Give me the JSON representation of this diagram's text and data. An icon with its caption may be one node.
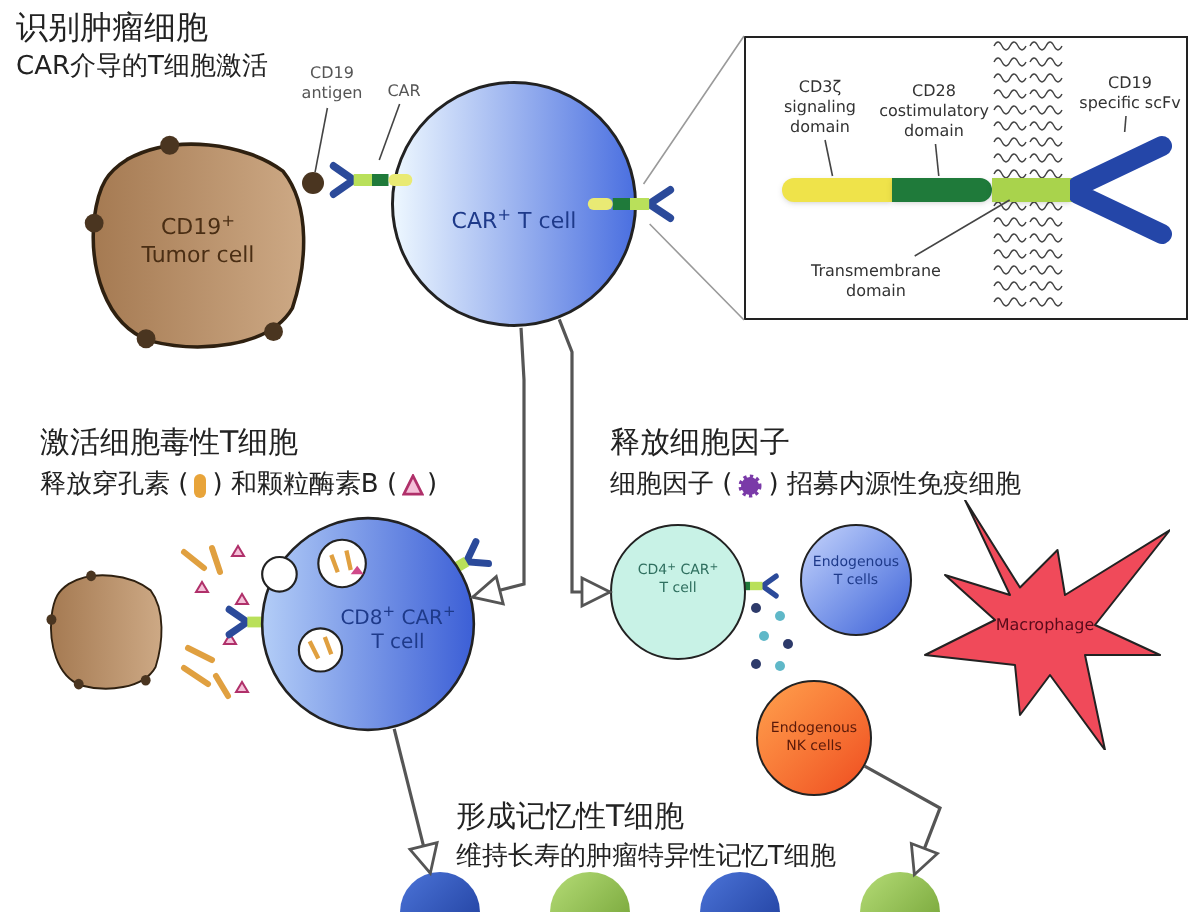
{
  "diagram": {
    "nodes": [
      {
        "text": [
          "CD19$^{+}$ Tumor cell"
        ]
      },
      {
        "text": [
          "CAR$^{+}$ T cell"
        ]
      },
      {
        "text": [],
        "shape": "circle"
      },
      {
        "text": [],
        "shape": "picture"
      },
      {
        "text": [],
        "shape": "picture"
      },
      {
        "text": [
          "CD19 antigen"
        ]
      },
      {
        "text": [
          "CAR"
        ]
      },
      {
        "text": [],
        "shape": "box"
      },
      {
        "text": [
          "CD3ζ signaling domain"
        ],
        "in": 7
      },
      {
        "text": [
          "CD28 costimulatory domain"
        ],
        "in": 7
      },
      {
        "text": [
          "CD19 specific scFv"
        ],
        "in": 7
      },
      {
        "text": [],
        "shape": "bar",
        "in": 7
      },
      {
        "text": [],
        "shape": "bar",
        "in": 7
      },
      {
        "text": [],
        "shape": "bar",
        "in": 7
      },
      {
        "text": [],
        "shape": "picture",
        "in": 7
      },
      {
        "text": [
          "Transmembrane domain"
        ],
        "in": 7
      },
      {
        "text": [],
        "shape": "picture"
      },
      {
        "text": [
          "CD8$^{+}$ CAR$^{+}$ T cell"
        ]
      },
      {
        "text": [
          "CD4$^{+}$ CAR$^{+}$ T cell"
        ]
      },
      {
        "text": [
          "Endogenous T cells"
        ]
      },
      {
        "text": [
          "Endogenous NK cells"
        ]
      },
      {
        "text": [
          "Macrophage"
        ]
      },
      {
        "text": [],
        "shape": "circle"
      },
      {
        "text": [],
        "shape": "circle"
      },
      {
        "text": [],
        "shape": "circle"
      },
      {
        "text": [],
        "shape": "circle"
      }
    ],
    "edges": [
      {
        "from": 5,
        "to": 2,
        "arrow": "none"
      },
      {
        "from": 6,
        "to": 3,
        "arrow": "none"
      },
      {
        "from": 4,
        "to": 7,
        "arrow": "none"
      },
      {
        "from": 8,
        "to": 11,
        "arrow": "none"
      },
      {
        "from": 9,
        "to": 12,
        "arrow": "none"
      },
      {
        "from": 10,
        "to": 14,
        "arrow": "none"
      },
      {
        "from": 15,
        "to": 13,
        "arrow": "none"
      },
      {
        "from": 1,
        "to": 17,
        "arrow": "to"
      },
      {
        "from": 1,
        "to": 18,
        "arrow": "to"
      },
      {
        "from": 17,
        "to": 22,
        "arrow": "to"
      },
      {
        "from": 20,
        "to": 25,
        "arrow": "to"
      }
    ],
    "labels": [
      "识别肿瘤细胞",
      "CAR介导的T细胞激活",
      "激活细胞毒性T细胞",
      "释放穿孔素 (",
      ") 和颗粒酶素B (",
      ")",
      "释放细胞因子",
      "细胞因子 (",
      ") 招募内源性免疫细胞",
      "形成记忆性T细胞",
      "维持长寿的肿瘤特异性记忆T细胞"
    ]
  }
}
